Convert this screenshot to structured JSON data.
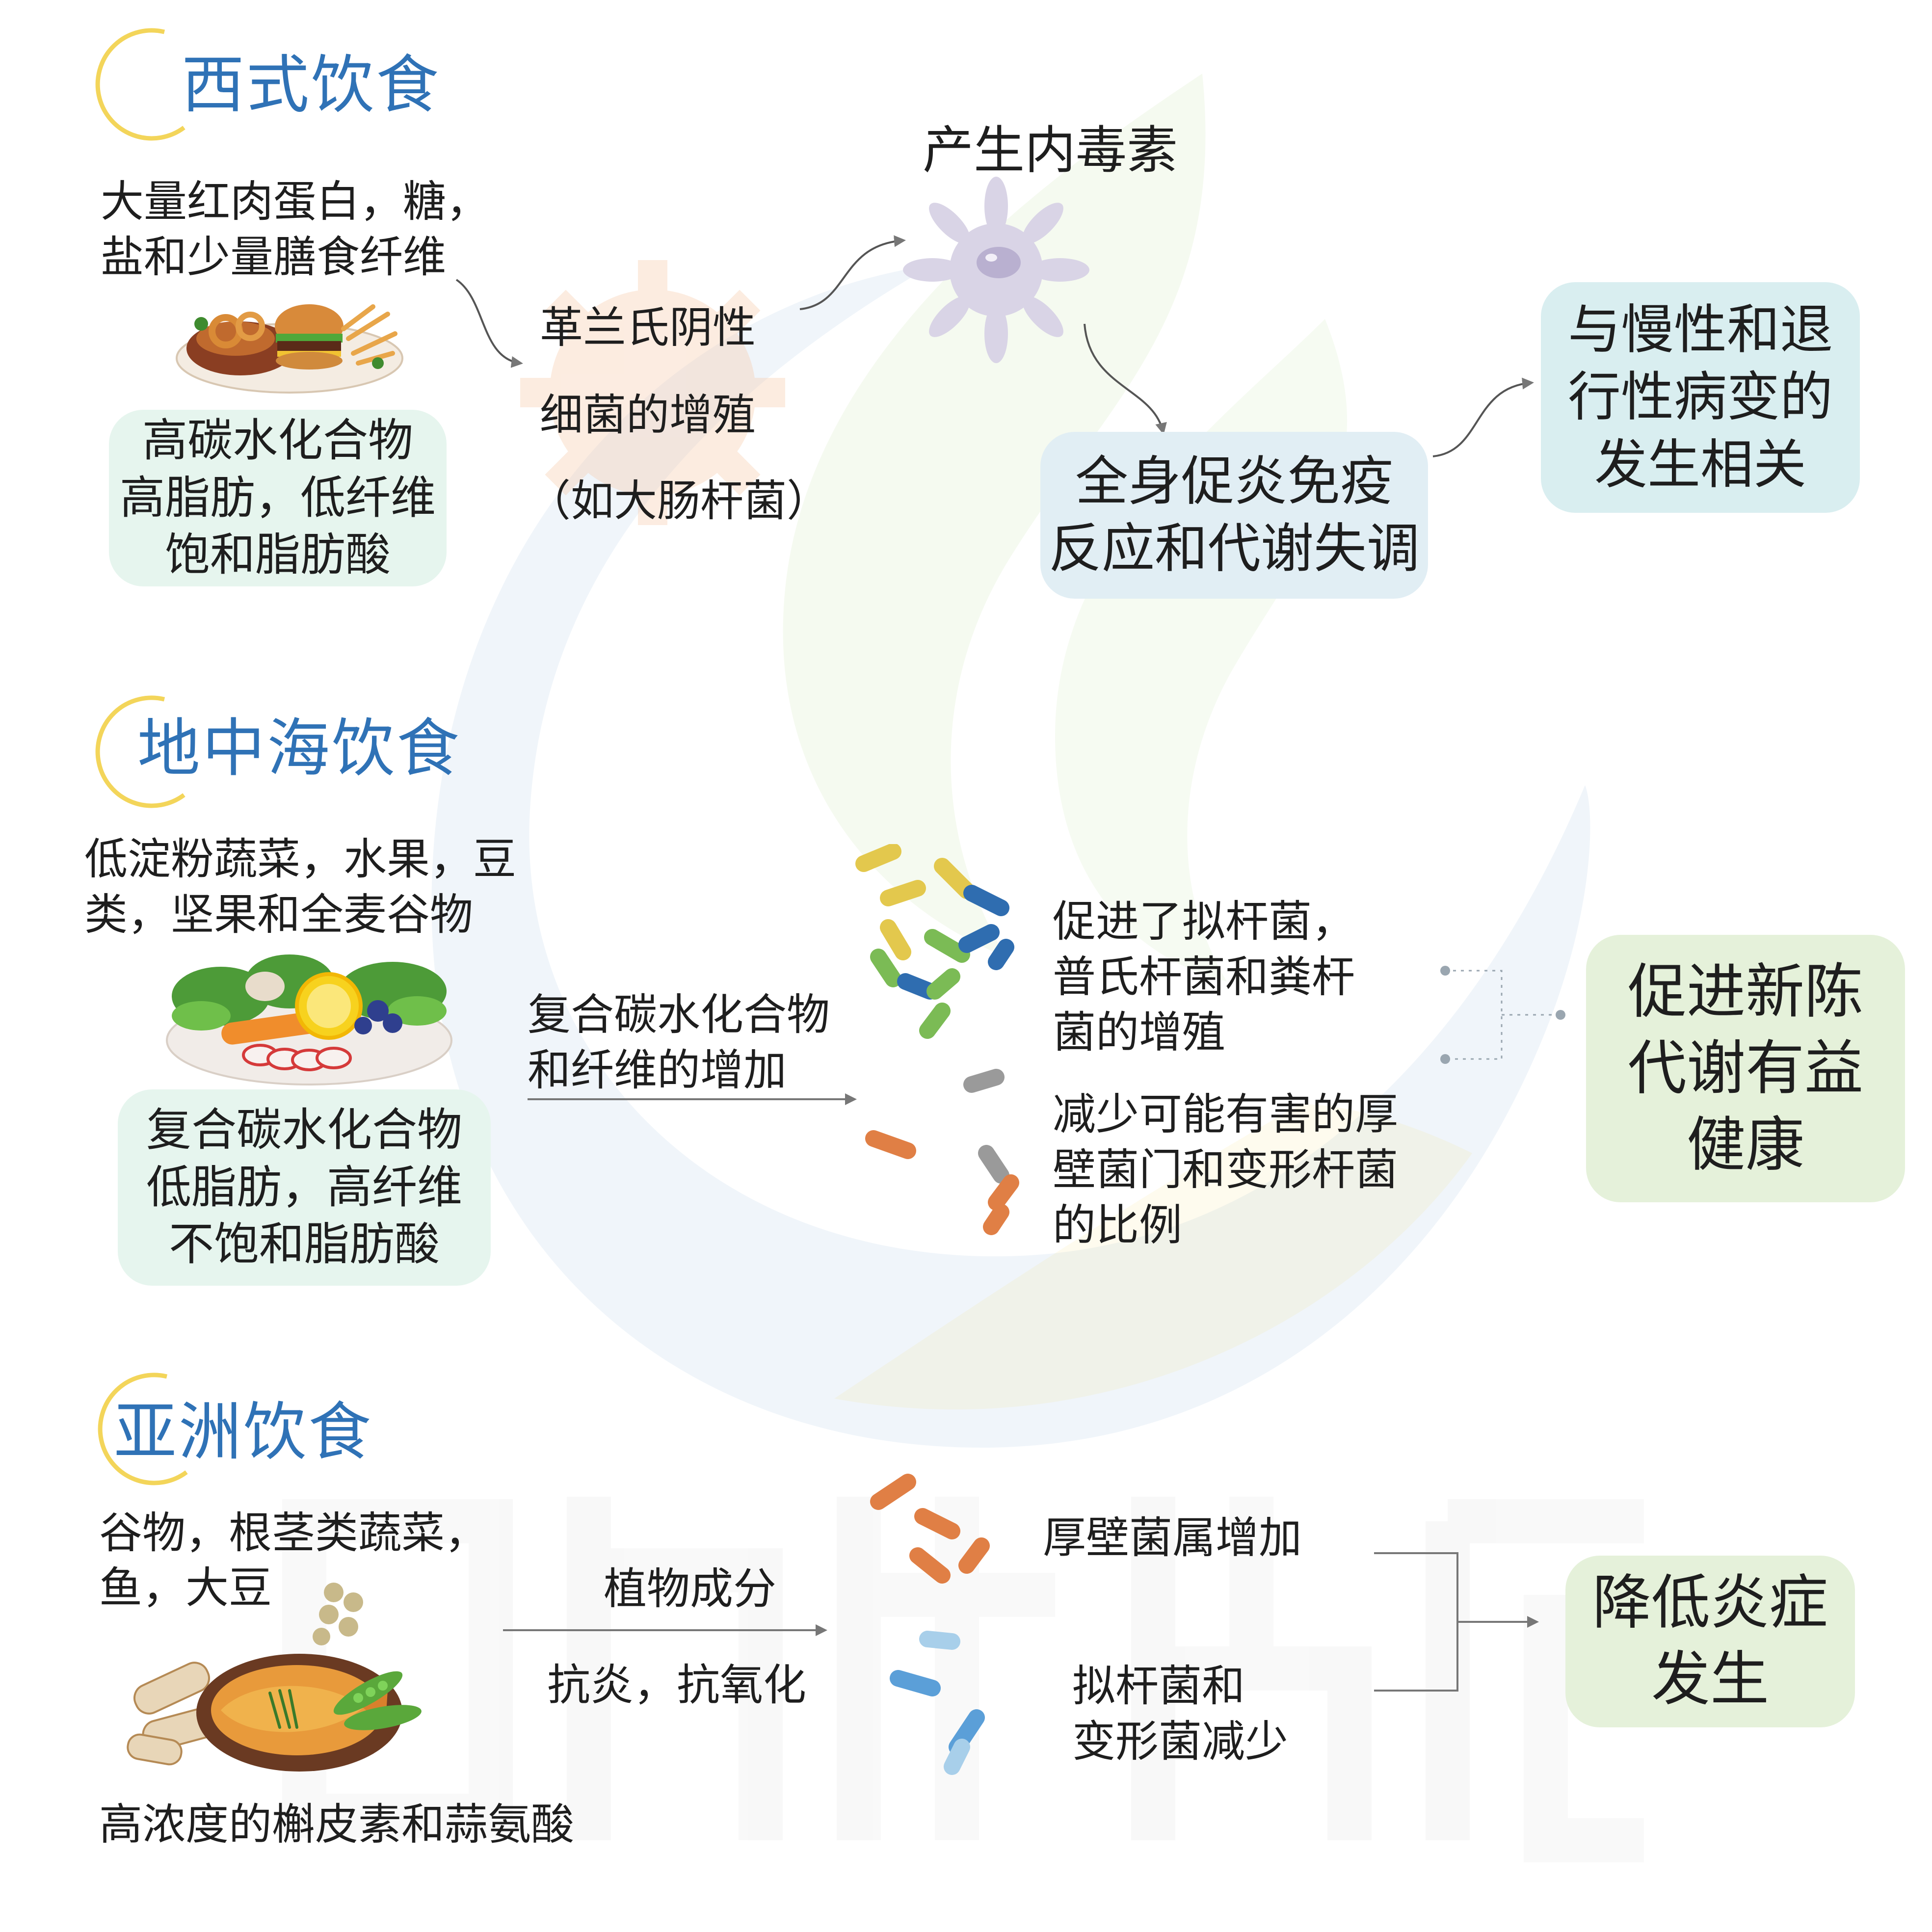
{
  "colors": {
    "title_blue": "#2f72b6",
    "ring_yellow": "#f3d55a",
    "green_box": "#e6f5ee",
    "blue_box": "#e1eef4",
    "teal_box": "#d9eef0",
    "outcome_green": "#e5f1da",
    "arrow_gray": "#7a7a7a"
  },
  "western": {
    "title": "西式饮食",
    "foods": [
      "大量红肉蛋白，糖，",
      "盐和少量膳食纤维"
    ],
    "nutrients": [
      "高碳水化合物",
      "高脂肪，低纤维",
      "饱和脂肪酸"
    ],
    "bacteria": [
      "革兰氏阴性",
      "细菌的增殖",
      "（如大肠杆菌）"
    ],
    "toxin": "产生内毒素",
    "response": [
      "全身促炎免疫",
      "反应和代谢失调"
    ],
    "outcome": [
      "与慢性和退",
      "行性病变的",
      "发生相关"
    ],
    "food_icon": "burger-plate-icon",
    "toxin_icon": "endotoxin-cell-icon"
  },
  "mediterranean": {
    "title": "地中海饮食",
    "foods": [
      "低淀粉蔬菜，水果，豆",
      "类，坚果和全麦谷物"
    ],
    "nutrients": [
      "复合碳水化合物",
      "低脂肪，高纤维",
      "不饱和脂肪酸"
    ],
    "mechanism": [
      "复合碳水化合物",
      "和纤维的增加"
    ],
    "promote": [
      "促进了拟杆菌，",
      "普氏杆菌和粪杆",
      "菌的增殖"
    ],
    "reduce": [
      "减少可能有害的厚",
      "壁菌门和变形杆菌",
      "的比例"
    ],
    "outcome": [
      "促进新陈",
      "代谢有益",
      "健康"
    ],
    "food_icon": "vegetable-plate-icon",
    "bacteria_icon": "bacteria-rods-icon"
  },
  "asian": {
    "title": "亚洲饮食",
    "foods": [
      "谷物，根茎类蔬菜，",
      "鱼，大豆"
    ],
    "mechanism_top": "植物成分",
    "mechanism_bottom": "抗炎，抗氧化",
    "increase": "厚壁菌属增加",
    "decrease": [
      "拟杆菌和",
      "变形菌减少"
    ],
    "compounds": "高浓度的槲皮素和蒜氨酸",
    "outcome": [
      "降低炎症",
      "发生"
    ],
    "food_icon": "fish-plate-icon",
    "bacteria_icon": "bacteria-rods-icon"
  },
  "watermark_icon": "brand-logo-watermark-icon"
}
